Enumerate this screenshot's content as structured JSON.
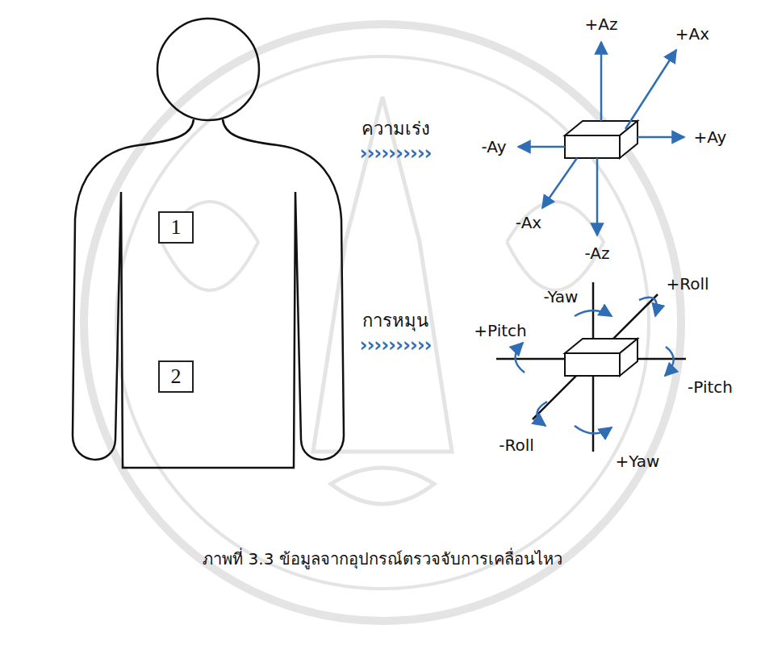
{
  "diagram": {
    "caption": "ภาพที่ 3.3 ข้อมูลจากอุปกรณ์ตรวจจับการเคลื่อนไหว",
    "nodes": [
      {
        "text": [
          "1"
        ]
      },
      {
        "text": [
          "2"
        ]
      }
    ],
    "labels": [
      "ความเร่ง",
      "››››››››››",
      "+Az",
      "+Ax",
      "-Ay",
      "+Ay",
      "-Ax",
      "-Az",
      "การหมุน",
      "››››››››››",
      "-Yaw",
      "+Roll",
      "+Pitch",
      "-Pitch",
      "-Roll",
      "+Yaw"
    ]
  }
}
